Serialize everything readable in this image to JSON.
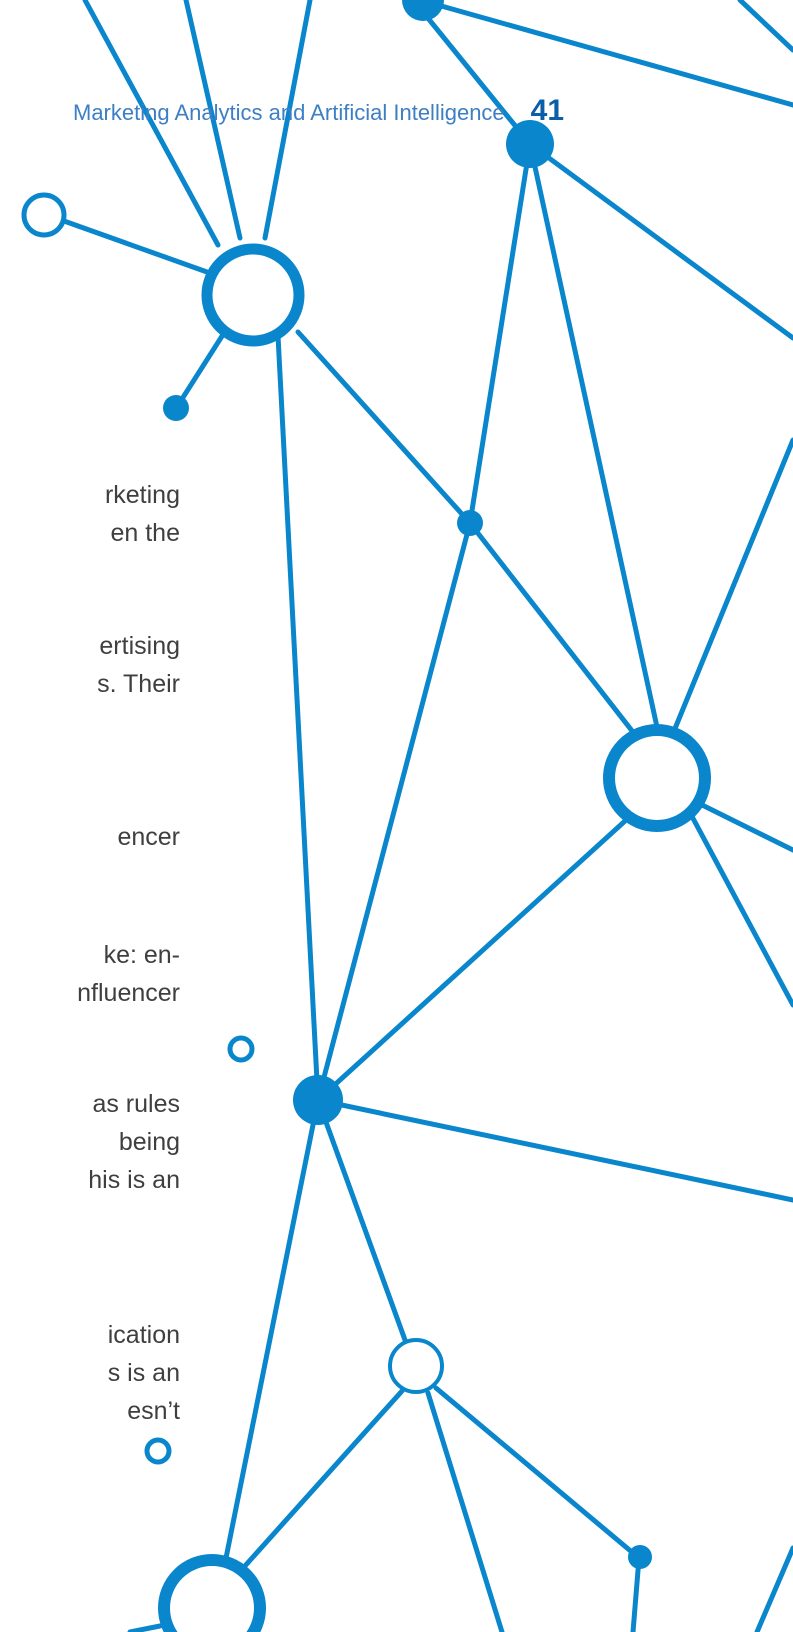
{
  "header": {
    "title": "Marketing Analytics and Artificial Intelligence",
    "page_number": "41"
  },
  "text_fragments": [
    {
      "lines": [
        "rketing",
        "en the"
      ]
    },
    {
      "lines": [
        "ertising",
        "s. Their"
      ]
    },
    {
      "lines": [
        "encer"
      ]
    },
    {
      "lines": [
        "ke: en-",
        "nfluencer"
      ]
    },
    {
      "lines": [
        "as rules",
        "being",
        "his is an"
      ]
    },
    {
      "lines": [
        "ication",
        "s is an",
        "esn’t"
      ]
    }
  ],
  "colors": {
    "network_blue": "#0a86cd",
    "header_blue": "#3d7fc4",
    "page_number_blue": "#0b5fa8",
    "body_text": "#3f3f3f"
  }
}
